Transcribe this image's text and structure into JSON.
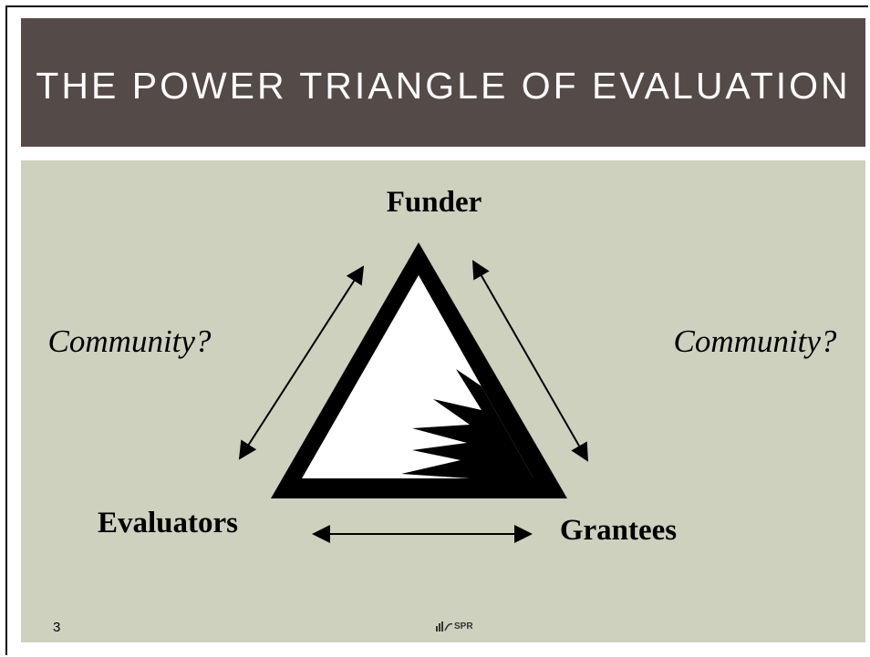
{
  "slide": {
    "title": "THE POWER TRIANGLE OF EVALUATION",
    "page_number": "3"
  },
  "diagram": {
    "nodes": {
      "top": "Funder",
      "bottom_left": "Evaluators",
      "bottom_right": "Grantees"
    },
    "side_labels": {
      "left": "Community?",
      "right": "Community?"
    },
    "arrows": [
      {
        "from": "Funder",
        "to": "Evaluators",
        "style": "double-headed"
      },
      {
        "from": "Funder",
        "to": "Grantees",
        "style": "double-headed"
      },
      {
        "from": "Evaluators",
        "to": "Grantees",
        "style": "double-headed"
      }
    ],
    "icon": "warning-triangle-explosion-icon"
  },
  "footer": {
    "logo_text": "SPR",
    "logo_icon": "spr-logo-icon"
  },
  "colors": {
    "title_bar": "#544a47",
    "content_background": "#cdd1bd",
    "title_text": "#ffffff",
    "diagram_ink": "#000000"
  }
}
